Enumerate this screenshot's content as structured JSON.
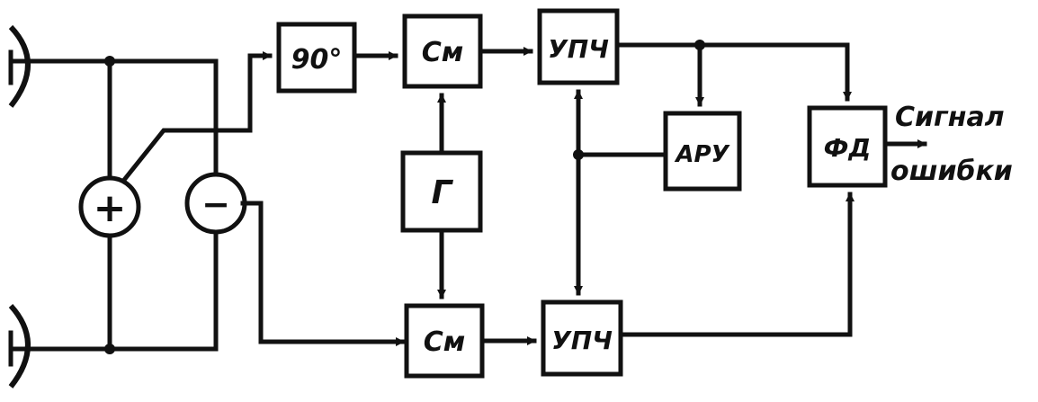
{
  "blocks": {
    "phase_shifter": "90°",
    "mixer_top": "См",
    "mixer_bottom": "См",
    "ifa_top": "УПЧ",
    "ifa_bottom": "УПЧ",
    "generator": "Г",
    "agc": "АРУ",
    "phase_detector": "ФД",
    "sum": "+",
    "difference": "−"
  },
  "output_label": {
    "line1": "Сигнал",
    "line2": "ошибки"
  }
}
